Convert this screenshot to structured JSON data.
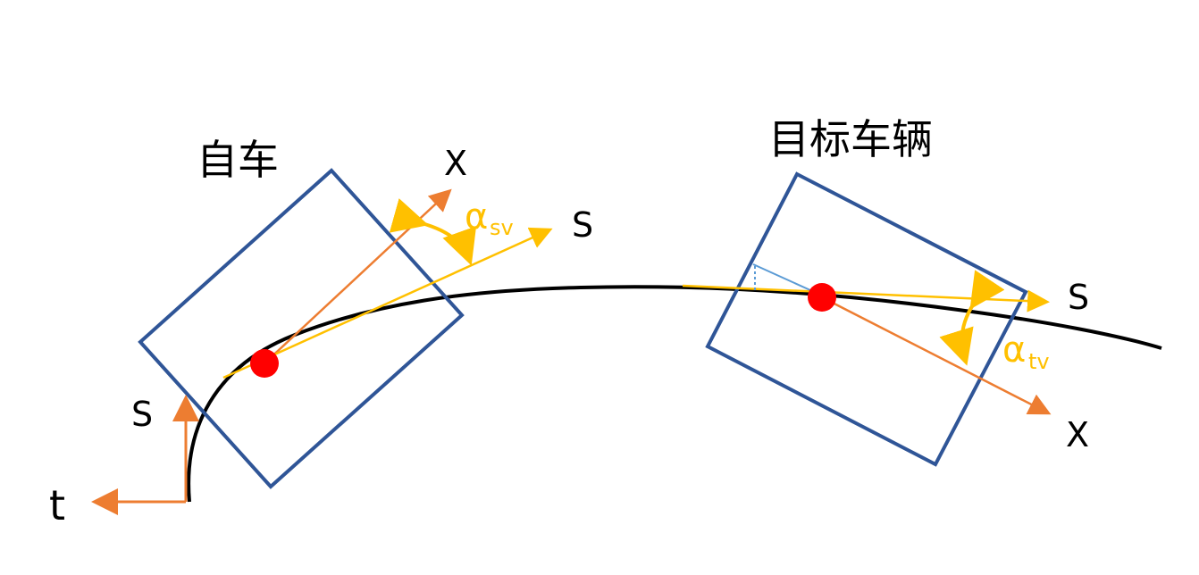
{
  "labels": {
    "ego_vehicle": "自车",
    "target_vehicle": "目标车辆"
  },
  "ego": {
    "x_axis": "X",
    "s_axis": "S",
    "alpha_symbol": "α",
    "alpha_sub": "sv"
  },
  "target": {
    "s_axis": "S",
    "x_axis": "X",
    "alpha_symbol": "α",
    "alpha_sub": "tv"
  },
  "frenet": {
    "s_axis": "S",
    "t_axis": "t"
  },
  "colors": {
    "box": "#2f5597",
    "curve": "#000000",
    "vehicle_axis": "#ed7d31",
    "tangent": "#ffc000",
    "point": "#ff0000",
    "projection": "#5b9bd5"
  }
}
